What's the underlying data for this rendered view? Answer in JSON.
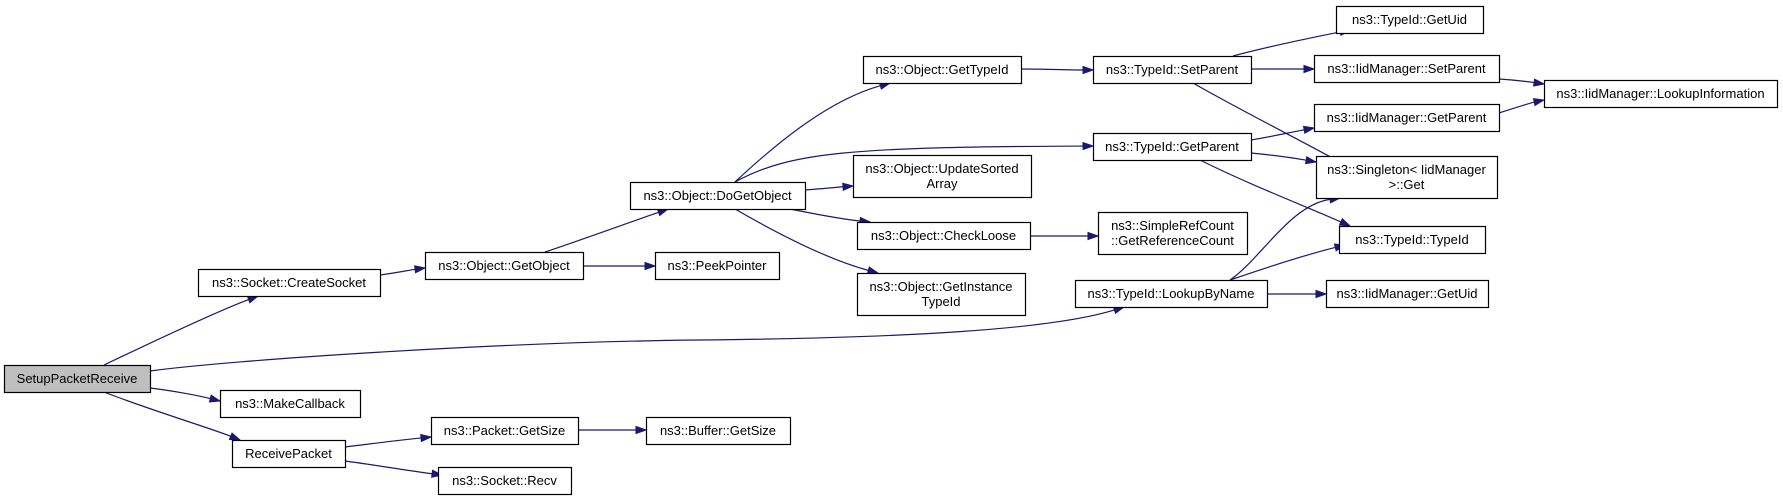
{
  "diagram": {
    "colors": {
      "edge": "#191970",
      "root_fill": "#bfbfbf",
      "node_fill": "#ffffff",
      "border": "#000000"
    },
    "nodes": [
      {
        "id": "setup",
        "lines": [
          "SetupPacketReceive"
        ],
        "root": true
      },
      {
        "id": "createsocket",
        "lines": [
          "ns3::Socket::CreateSocket"
        ]
      },
      {
        "id": "getobject",
        "lines": [
          "ns3::Object::GetObject"
        ]
      },
      {
        "id": "dogetobject",
        "lines": [
          "ns3::Object::DoGetObject"
        ]
      },
      {
        "id": "getinstancetypeid",
        "lines": [
          "ns3::Object::GetInstance",
          "TypeId"
        ]
      },
      {
        "id": "checkloose",
        "lines": [
          "ns3::Object::CheckLoose"
        ]
      },
      {
        "id": "updatesorted",
        "lines": [
          "ns3::Object::UpdateSorted",
          "Array"
        ]
      },
      {
        "id": "objgettypeid",
        "lines": [
          "ns3::Object::GetTypeId"
        ]
      },
      {
        "id": "peekpointer",
        "lines": [
          "ns3::PeekPointer"
        ]
      },
      {
        "id": "getrefcount",
        "lines": [
          "ns3::SimpleRefCount",
          "::GetReferenceCount"
        ]
      },
      {
        "id": "setparent",
        "lines": [
          "ns3::TypeId::SetParent"
        ]
      },
      {
        "id": "getparent",
        "lines": [
          "ns3::TypeId::GetParent"
        ]
      },
      {
        "id": "lookupbyname",
        "lines": [
          "ns3::TypeId::LookupByName"
        ]
      },
      {
        "id": "typeidgetuid",
        "lines": [
          "ns3::TypeId::GetUid"
        ]
      },
      {
        "id": "iidsetparent",
        "lines": [
          "ns3::IidManager::SetParent"
        ]
      },
      {
        "id": "iidgetparent",
        "lines": [
          "ns3::IidManager::GetParent"
        ]
      },
      {
        "id": "singletonget",
        "lines": [
          "ns3::Singleton< IidManager",
          " >::Get"
        ]
      },
      {
        "id": "typeidctor",
        "lines": [
          "ns3::TypeId::TypeId"
        ]
      },
      {
        "id": "iidgetuid",
        "lines": [
          "ns3::IidManager::GetUid"
        ]
      },
      {
        "id": "lookupinfo",
        "lines": [
          "ns3::IidManager::LookupInformation"
        ]
      },
      {
        "id": "makecallback",
        "lines": [
          "ns3::MakeCallback"
        ]
      },
      {
        "id": "receivepacket",
        "lines": [
          "ReceivePacket"
        ]
      },
      {
        "id": "packetgetsize",
        "lines": [
          "ns3::Packet::GetSize"
        ]
      },
      {
        "id": "bufgetsize",
        "lines": [
          "ns3::Buffer::GetSize"
        ]
      },
      {
        "id": "socketrecv",
        "lines": [
          "ns3::Socket::Recv"
        ]
      }
    ],
    "edges": [
      [
        "setup",
        "createsocket"
      ],
      [
        "setup",
        "lookupbyname"
      ],
      [
        "setup",
        "makecallback"
      ],
      [
        "setup",
        "receivepacket"
      ],
      [
        "createsocket",
        "getobject"
      ],
      [
        "getobject",
        "dogetobject"
      ],
      [
        "getobject",
        "peekpointer"
      ],
      [
        "dogetobject",
        "objgettypeid"
      ],
      [
        "dogetobject",
        "getparent"
      ],
      [
        "dogetobject",
        "updatesorted"
      ],
      [
        "dogetobject",
        "checkloose"
      ],
      [
        "dogetobject",
        "getinstancetypeid"
      ],
      [
        "checkloose",
        "getrefcount"
      ],
      [
        "objgettypeid",
        "setparent"
      ],
      [
        "setparent",
        "typeidgetuid"
      ],
      [
        "setparent",
        "iidsetparent"
      ],
      [
        "setparent",
        "singletonget"
      ],
      [
        "iidsetparent",
        "lookupinfo"
      ],
      [
        "getparent",
        "iidgetparent"
      ],
      [
        "getparent",
        "singletonget"
      ],
      [
        "getparent",
        "typeidctor"
      ],
      [
        "iidgetparent",
        "lookupinfo"
      ],
      [
        "lookupbyname",
        "singletonget"
      ],
      [
        "lookupbyname",
        "typeidctor"
      ],
      [
        "lookupbyname",
        "iidgetuid"
      ],
      [
        "receivepacket",
        "packetgetsize"
      ],
      [
        "receivepacket",
        "socketrecv"
      ],
      [
        "packetgetsize",
        "bufgetsize"
      ]
    ]
  }
}
